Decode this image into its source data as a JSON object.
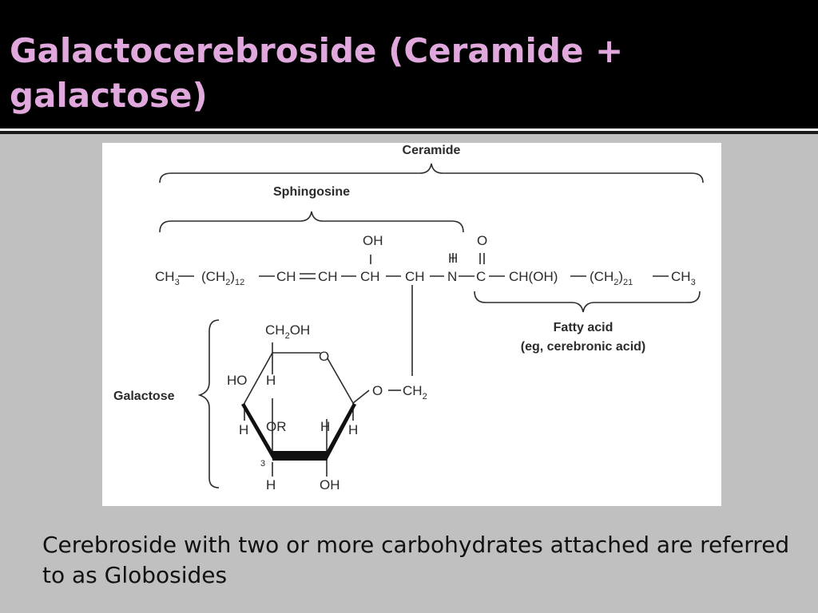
{
  "slide": {
    "title": "Galactocerebroside (Ceramide + galactose)",
    "caption": "Cerebroside with two or more carbohydrates attached are referred to as Globosides"
  },
  "diagram": {
    "labels": {
      "ceramide": "Ceramide",
      "sphingosine": "Sphingosine",
      "fatty_acid": "Fatty acid",
      "fatty_acid_example": "(eg, cerebronic acid)",
      "galactose": "Galactose"
    },
    "chain": {
      "ch3_left": "CH",
      "ch3_left_sub": "3",
      "ch2_group": "(CH",
      "ch2_sub": "2",
      "ch2_close": ")",
      "ch2_repeat": "12",
      "ch_a": "CH",
      "ch_b": "CH",
      "ch_c": "CH",
      "ch_d": "CH",
      "n": "N",
      "h_on_n": "H",
      "c": "C",
      "oh_top": "OH",
      "o_top": "O",
      "choh": "CH(OH)",
      "ch2_group2": "(CH",
      "ch2_sub2": "2",
      "ch2_close2": ")",
      "ch2_repeat2": "21",
      "ch3_right": "CH",
      "ch3_right_sub": "3"
    },
    "ring": {
      "ch2oh": "CH",
      "ch2oh_sub": "2",
      "ch2oh_tail": "OH",
      "ring_o": "O",
      "ho": "HO",
      "h_c4": "H",
      "h_c4_low": "H",
      "or": "OR",
      "h_c2": "H",
      "h_c1": "H",
      "c3_number": "3",
      "h_bottom": "H",
      "oh_bottom": "OH",
      "o_link": "O",
      "ch2_link": "CH",
      "ch2_link_sub": "2"
    }
  }
}
